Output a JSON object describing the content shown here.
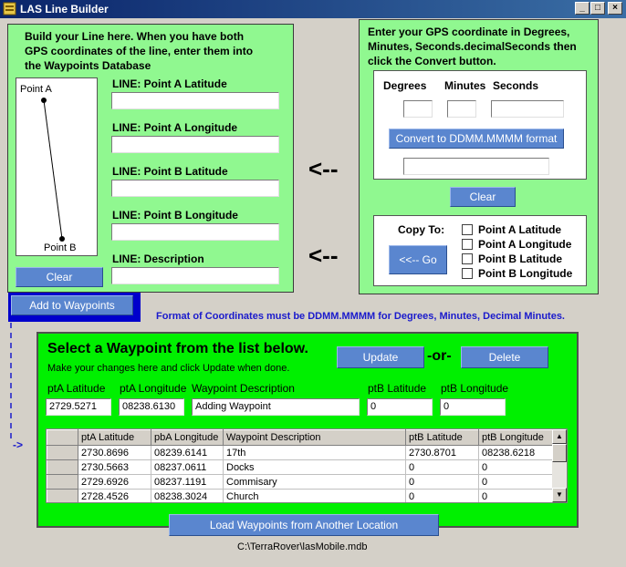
{
  "window": {
    "title": "LAS Line Builder",
    "min": "_",
    "max": "□",
    "close": "×"
  },
  "line_panel": {
    "instructions": [
      "Build your Line here.  When you have both",
      "GPS coordinates of the line, enter them into",
      "the Waypoints Database"
    ],
    "diagram_point_a": "Point A",
    "diagram_point_b": "Point B",
    "fields": [
      {
        "label": "LINE:  Point A Latitude",
        "value": ""
      },
      {
        "label": "LINE:  Point A Longitude",
        "value": ""
      },
      {
        "label": "LINE:  Point B Latitude",
        "value": ""
      },
      {
        "label": "LINE:  Point B Longitude",
        "value": ""
      },
      {
        "label": "LINE:  Description",
        "value": ""
      }
    ],
    "clear_label": "Clear",
    "add_label": "Add to Waypoints"
  },
  "gps_panel": {
    "instructions": [
      "Enter your GPS coordinate in Degrees,",
      "Minutes, Seconds.decimalSeconds then",
      "click the Convert button."
    ],
    "degrees_label": "Degrees",
    "minutes_label": "Minutes",
    "seconds_label": "Seconds",
    "degrees_value": "",
    "minutes_value": "",
    "seconds_value": "",
    "convert_label": "Convert to DDMM.MMMM format",
    "result_value": "",
    "clear_label": "Clear",
    "copy_to_label": "Copy To:",
    "go_label": "<<-- Go",
    "targets": [
      "Point A Latitude",
      "Point A Longitude",
      "Point B Latitude",
      "Point B Longitude"
    ]
  },
  "arrows": [
    "<--",
    "<--"
  ],
  "format_note": "Format of Coordinates must be DDMM.MMMM for Degrees, Minutes, Decimal Minutes.",
  "waypoint_panel": {
    "title": "Select a Waypoint from the list below.",
    "subtitle": "Make your changes here and click Update when done.",
    "update_label": "Update",
    "or_label": "-or-",
    "delete_label": "Delete",
    "edit_labels": {
      "pta_lat": "ptA Latitude",
      "pta_lon": "ptA Longitude",
      "desc": "Waypoint Description",
      "ptb_lat": "ptB Latitude",
      "ptb_lon": "ptB Longitude"
    },
    "edit_values": {
      "pta_lat": "2729.5271",
      "pta_lon": "08238.6130",
      "desc": "Adding Waypoint",
      "ptb_lat": "0",
      "ptb_lon": "0"
    },
    "table": {
      "columns": [
        "ptA Latitude",
        "pbA Longitude",
        "Waypoint Description",
        "ptB Latitude",
        "ptB Longitude"
      ],
      "rows": [
        [
          "2730.8696",
          "08239.6141",
          "17th",
          "2730.8701",
          "08238.6218"
        ],
        [
          "2730.5663",
          "08237.0611",
          "Docks",
          "0",
          "0"
        ],
        [
          "2729.6926",
          "08237.1191",
          "Commisary",
          "0",
          "0"
        ],
        [
          "2728.4526",
          "08238.3024",
          "Church",
          "0",
          "0"
        ]
      ]
    },
    "load_label": "Load Waypoints from Another Location"
  },
  "pointer_label": "->",
  "db_path": "C:\\TerraRover\\lasMobile.mdb",
  "colors": {
    "panel_green": "#90f890",
    "bright_green": "#00f000",
    "button_blue": "#5a86cf",
    "note_blue": "#1a1acc"
  }
}
